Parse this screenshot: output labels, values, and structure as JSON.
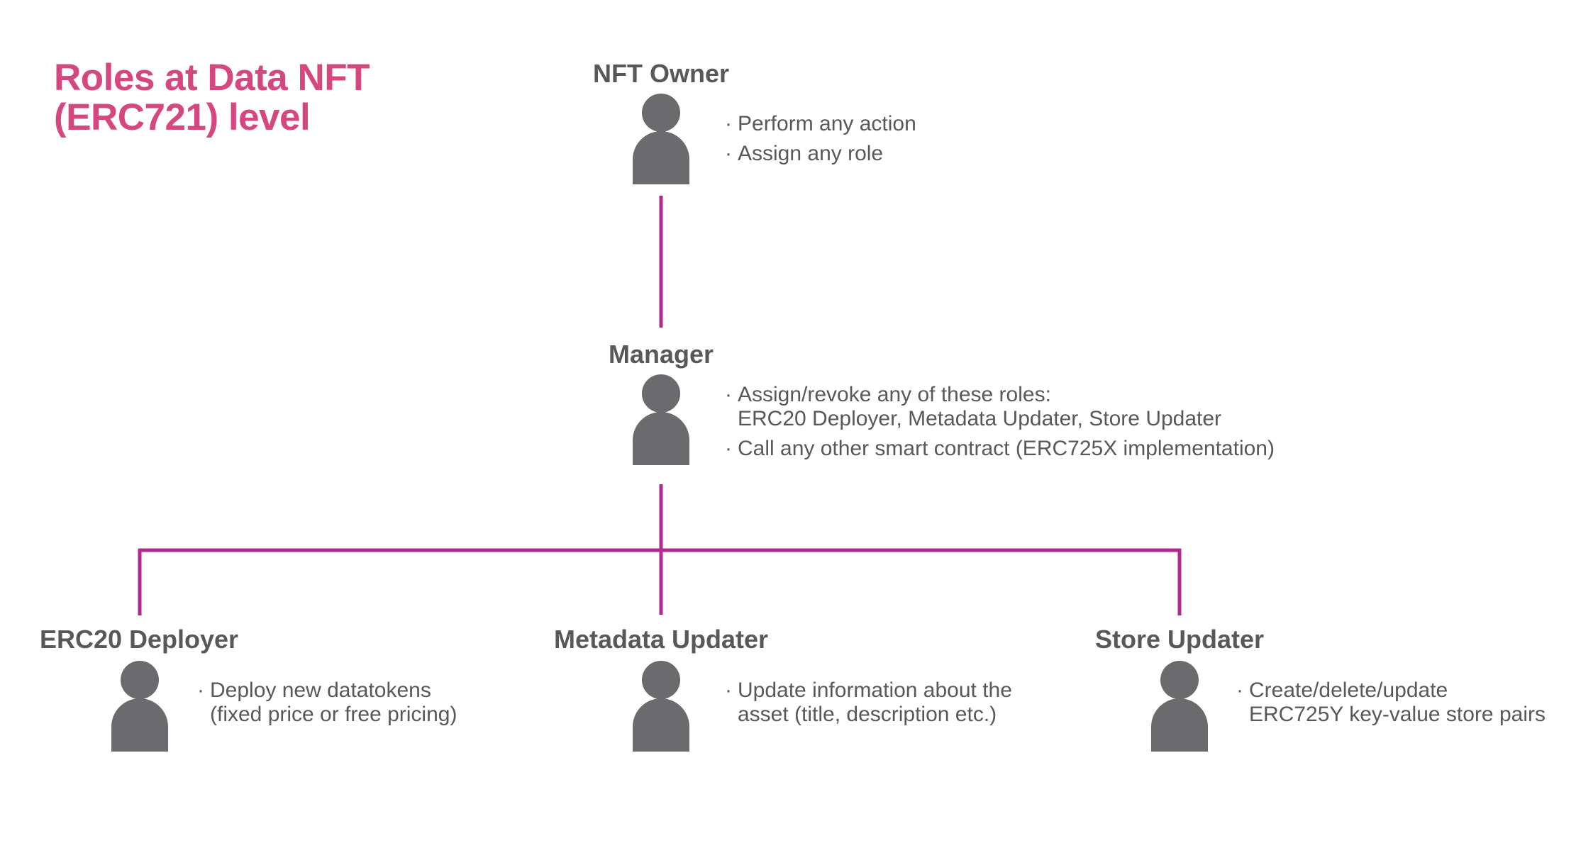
{
  "title": {
    "line1": "Roles at Data NFT",
    "line2": "(ERC721) level"
  },
  "colors": {
    "title": "#d6467f",
    "connector": "#b02a8f",
    "text": "#58585a",
    "avatar": "#6b6b6d"
  },
  "roles": {
    "owner": {
      "name": "NFT Owner",
      "icon": "person-icon",
      "bullets": [
        "Perform any action",
        "Assign any role"
      ]
    },
    "manager": {
      "name": "Manager",
      "icon": "person-icon",
      "bullets": [
        "Assign/revoke any of these roles:\n ERC20 Deployer, Metadata Updater, Store Updater",
        "Call any other smart contract (ERC725X implementation)"
      ]
    },
    "erc20_deployer": {
      "name": "ERC20 Deployer",
      "icon": "person-icon",
      "bullets": [
        "Deploy new datatokens\n(fixed price or free pricing)"
      ]
    },
    "metadata_updater": {
      "name": "Metadata Updater",
      "icon": "person-icon",
      "bullets": [
        "Update information about the\nasset (title, description etc.)"
      ]
    },
    "store_updater": {
      "name": "Store Updater",
      "icon": "person-icon",
      "bullets": [
        "Create/delete/update\nERC725Y key-value store pairs"
      ]
    }
  }
}
